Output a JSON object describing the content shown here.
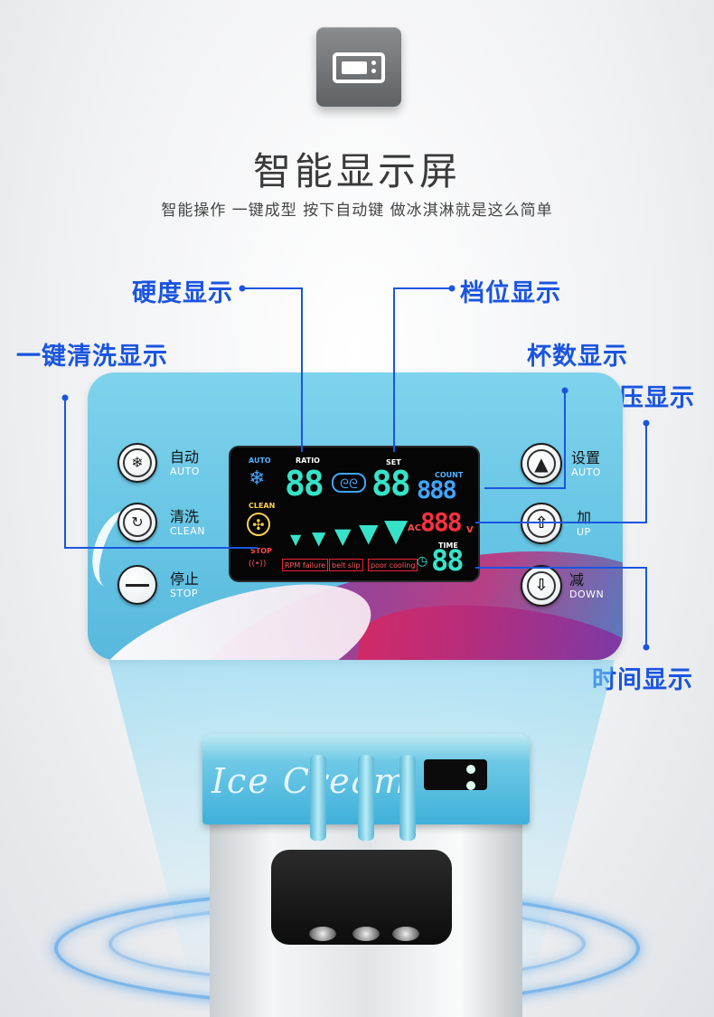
{
  "header": {
    "title": "智能显示屏",
    "subtitle": "智能操作  一键成型  按下自动键 做冰淇淋就是这么简单"
  },
  "callouts": {
    "hardness": "硬度显示",
    "gear": "档位显示",
    "one_key_clean": "一键清洗显示",
    "cup_count": "杯数显示",
    "voltage": "电压显示",
    "time": "时间显示"
  },
  "left_buttons": [
    {
      "label": "自动",
      "sub": "AUTO",
      "icon": "snowflake-icon"
    },
    {
      "label": "清洗",
      "sub": "CLEAN",
      "icon": "refresh-icon"
    },
    {
      "label": "停止",
      "sub": "STOP",
      "icon": "minus-icon"
    }
  ],
  "right_buttons": [
    {
      "label": "设置",
      "sub": "AUTO",
      "icon": "triangle-up-icon"
    },
    {
      "label": "加",
      "sub": "UP",
      "icon": "up-arrow-icon"
    },
    {
      "label": "减",
      "sub": "DOWN",
      "icon": "down-arrow-icon"
    }
  ],
  "lcd": {
    "auto_tag": "AUTO",
    "ratio_tag": "RATIO",
    "ratio_value": "88",
    "set_tag": "SET",
    "set_value": "88",
    "count_tag": "COUNT",
    "count_value": "888",
    "clean_tag": "CLEAN",
    "stop_tag": "STOP",
    "ac_tag": "AC",
    "voltage_value": "888",
    "volt_unit": "V",
    "time_tag": "TIME",
    "time_value": "88",
    "warnings": [
      "RPM failure",
      "belt slip",
      "poor cooling"
    ]
  },
  "machine": {
    "brand": "Ice Cream"
  },
  "colors": {
    "callout": "#1a55e0",
    "panel": "#65c4e4",
    "lcd_cyan": "#36e3c9",
    "lcd_blue": "#3fa6ff",
    "lcd_red": "#ff3040"
  }
}
